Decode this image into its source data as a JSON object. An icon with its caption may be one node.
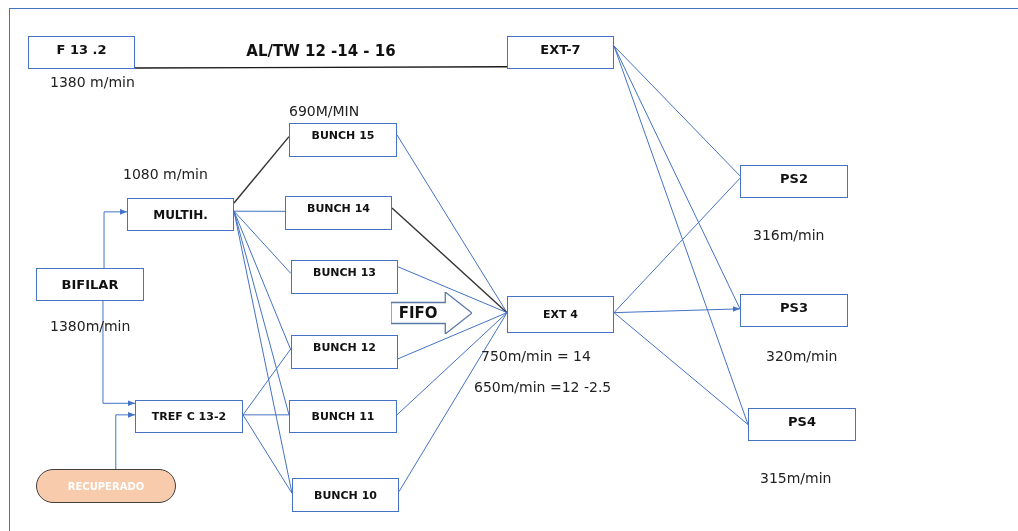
{
  "diagram": {
    "nodes": [
      {
        "text": [
          "F 13 .2"
        ],
        "beside": [
          "1380 m/min"
        ]
      },
      {
        "text": [
          "EXT-7"
        ]
      },
      {
        "text": [
          "MULTIH."
        ],
        "beside": [
          "1080 m/min"
        ]
      },
      {
        "text": [
          "BUNCH 15"
        ],
        "beside": [
          "690M/MIN"
        ]
      },
      {
        "text": [
          "BUNCH 14"
        ]
      },
      {
        "text": [
          "BIFILAR"
        ],
        "beside": [
          "1380m/min"
        ]
      },
      {
        "text": [
          "BUNCH 13"
        ]
      },
      {
        "text": [
          "FIFO"
        ]
      },
      {
        "text": [
          "EXT 4"
        ]
      },
      {
        "text": [
          "BUNCH 12"
        ]
      },
      {
        "text": [
          "TREF C 13-2"
        ]
      },
      {
        "text": [
          "BUNCH 11"
        ]
      },
      {
        "text": [
          "RECUPERADO"
        ]
      },
      {
        "text": [
          "BUNCH 10"
        ]
      },
      {
        "text": [
          "PS2"
        ],
        "beside": [
          "316m/min"
        ]
      },
      {
        "text": [
          "PS3"
        ],
        "beside": [
          "320m/min"
        ]
      },
      {
        "text": [
          "PS4"
        ],
        "beside": [
          "315m/min"
        ]
      }
    ],
    "edges": [
      {
        "from": 0,
        "to": 1,
        "arrow": "none",
        "label": "AL/TW 12 -14 - 16",
        "color": "#1a1a1a"
      },
      {
        "from": 5,
        "to": 2,
        "arrow": "to"
      },
      {
        "from": 5,
        "to": 10,
        "arrow": "to"
      },
      {
        "from": 12,
        "to": 10,
        "arrow": "to"
      },
      {
        "from": 2,
        "to": 3,
        "arrow": "none",
        "color": "#333333"
      },
      {
        "from": 2,
        "to": 4,
        "arrow": "none"
      },
      {
        "from": 2,
        "to": 6,
        "arrow": "none"
      },
      {
        "from": 2,
        "to": 9,
        "arrow": "none"
      },
      {
        "from": 2,
        "to": 11,
        "arrow": "none"
      },
      {
        "from": 2,
        "to": 13,
        "arrow": "none"
      },
      {
        "from": 10,
        "to": 9,
        "arrow": "none"
      },
      {
        "from": 10,
        "to": 11,
        "arrow": "none"
      },
      {
        "from": 10,
        "to": 13,
        "arrow": "none"
      },
      {
        "from": 3,
        "to": 8,
        "arrow": "none"
      },
      {
        "from": 4,
        "to": 8,
        "arrow": "none",
        "color": "#333333"
      },
      {
        "from": 6,
        "to": 8,
        "arrow": "none"
      },
      {
        "from": 9,
        "to": 8,
        "arrow": "none"
      },
      {
        "from": 11,
        "to": 8,
        "arrow": "none"
      },
      {
        "from": 13,
        "to": 8,
        "arrow": "none"
      },
      {
        "from": 1,
        "to": 14,
        "arrow": "none"
      },
      {
        "from": 1,
        "to": 15,
        "arrow": "none"
      },
      {
        "from": 1,
        "to": 16,
        "arrow": "none"
      },
      {
        "from": 8,
        "to": 14,
        "arrow": "none"
      },
      {
        "from": 8,
        "to": 15,
        "arrow": "to"
      },
      {
        "from": 8,
        "to": 16,
        "arrow": "none"
      }
    ],
    "labels": [
      "750m/min = 14",
      "650m/min =12 -2.5"
    ]
  }
}
